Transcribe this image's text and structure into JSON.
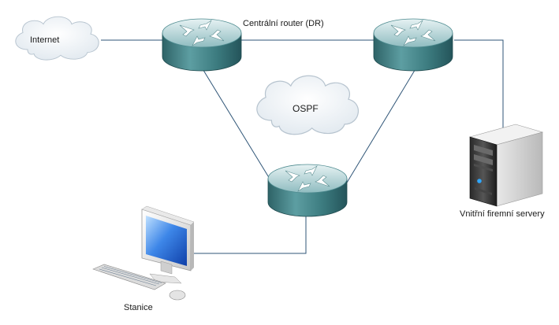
{
  "labels": {
    "internet": "Internet",
    "central_router": "Centrální router (DR)",
    "ospf": "OSPF",
    "servers": "Vnitřní firemní servery",
    "station": "Stanice"
  },
  "icons": {
    "router": "router-icon",
    "cloud": "cloud-icon",
    "server": "server-tower-icon",
    "workstation": "workstation-icon"
  },
  "colors": {
    "router_body": "#3f7f83",
    "router_top": "#c9e0e3",
    "link": "#2f5577",
    "cloud": "#eef3f7",
    "monitor_screen": "#2a6fd6"
  }
}
